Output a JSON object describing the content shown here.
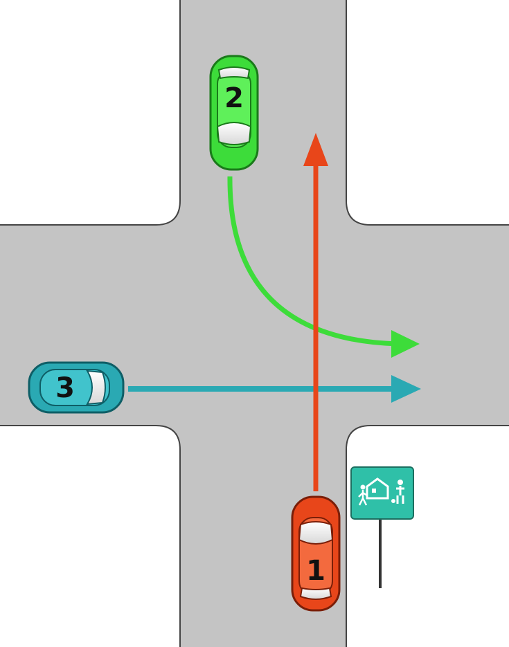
{
  "colors": {
    "road": "#c4c4c4",
    "road_edge": "#444444",
    "background": "#ffffff",
    "car_1": "#e8461a",
    "car_2": "#3ddc3a",
    "car_3": "#2aa9b3",
    "arrow_1": "#e8461a",
    "arrow_2": "#3ddc3a",
    "arrow_3": "#2aa9b3",
    "sign_panel": "#2fc0a8"
  },
  "cars": [
    {
      "id": "car-1",
      "label": "1",
      "heading": "north",
      "maneuver": "straight"
    },
    {
      "id": "car-2",
      "label": "2",
      "heading": "south",
      "maneuver": "left turn"
    },
    {
      "id": "car-3",
      "label": "3",
      "heading": "east",
      "maneuver": "straight"
    }
  ],
  "sign": {
    "icon": "residential-zone-sign-icon"
  }
}
